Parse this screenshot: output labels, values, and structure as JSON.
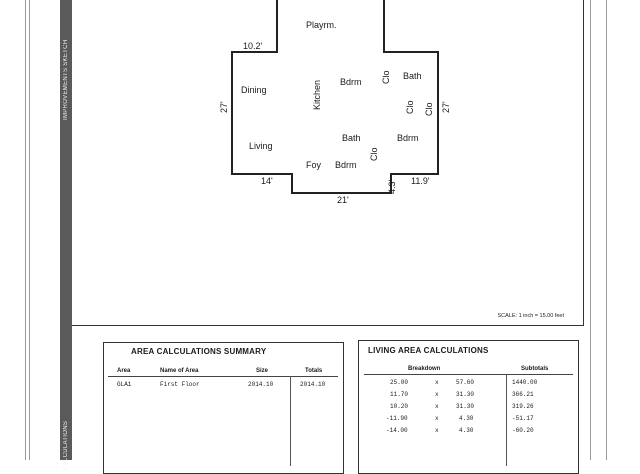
{
  "side_labels": {
    "top": "IMPROVEMENTS SKETCH",
    "bottom": "CALCULATIONS"
  },
  "sketch": {
    "rooms": [
      "Playrm.",
      "Kitchen",
      "Bdrm",
      "Clo",
      "Bath",
      "Dining",
      "Clo",
      "Clo",
      "Living",
      "Bath",
      "Bdrm",
      "Clo",
      "Foy",
      "Bdrm"
    ],
    "dimensions": [
      "10.2'",
      "27'",
      "27'",
      "14'",
      "21'",
      "4.3'",
      "11.9'"
    ],
    "scale": "SCALE: 1 inch = 15.00 feet"
  },
  "area_summary": {
    "title": "AREA CALCULATIONS SUMMARY",
    "headers": [
      "Area",
      "Name of Area",
      "Size",
      "Totals"
    ],
    "rows": [
      [
        "GLA1",
        "First Floor",
        "2014.10",
        "2014.10"
      ]
    ]
  },
  "living_area": {
    "title": "LIVING AREA CALCULATIONS",
    "headers": [
      "Breakdown",
      "Subtotals"
    ],
    "rows": [
      [
        "25.00",
        "x",
        "57.60",
        "1440.00"
      ],
      [
        "11.70",
        "x",
        "31.30",
        "366.21"
      ],
      [
        "10.20",
        "x",
        "31.30",
        "319.26"
      ],
      [
        "-11.90",
        "x",
        "4.30",
        "-51.17"
      ],
      [
        "-14.00",
        "x",
        "4.30",
        "-60.20"
      ]
    ]
  }
}
